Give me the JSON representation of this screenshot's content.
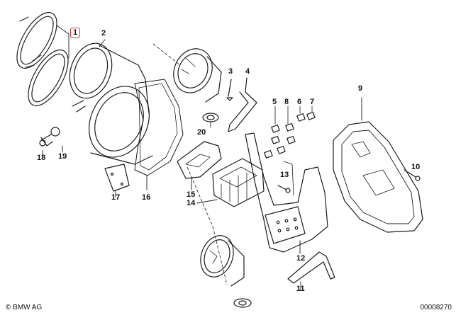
{
  "callouts": {
    "p1": "1",
    "p2": "2",
    "p3": "3",
    "p4": "4",
    "p5": "5",
    "p6": "6",
    "p7": "7",
    "p8": "8",
    "p9": "9",
    "p10": "10",
    "p11": "11",
    "p12": "12",
    "p13": "13",
    "p14": "14",
    "p15": "15",
    "p16": "16",
    "p17": "17",
    "p18": "18",
    "p19": "19",
    "p20": "20"
  },
  "footer": {
    "copyright": "© BMW AG",
    "doc_number": "00008270"
  },
  "colors": {
    "line": "#1a1a1a",
    "highlight_box": "#d23a3a"
  },
  "icons": {
    "copyright": "copyright-icon"
  }
}
